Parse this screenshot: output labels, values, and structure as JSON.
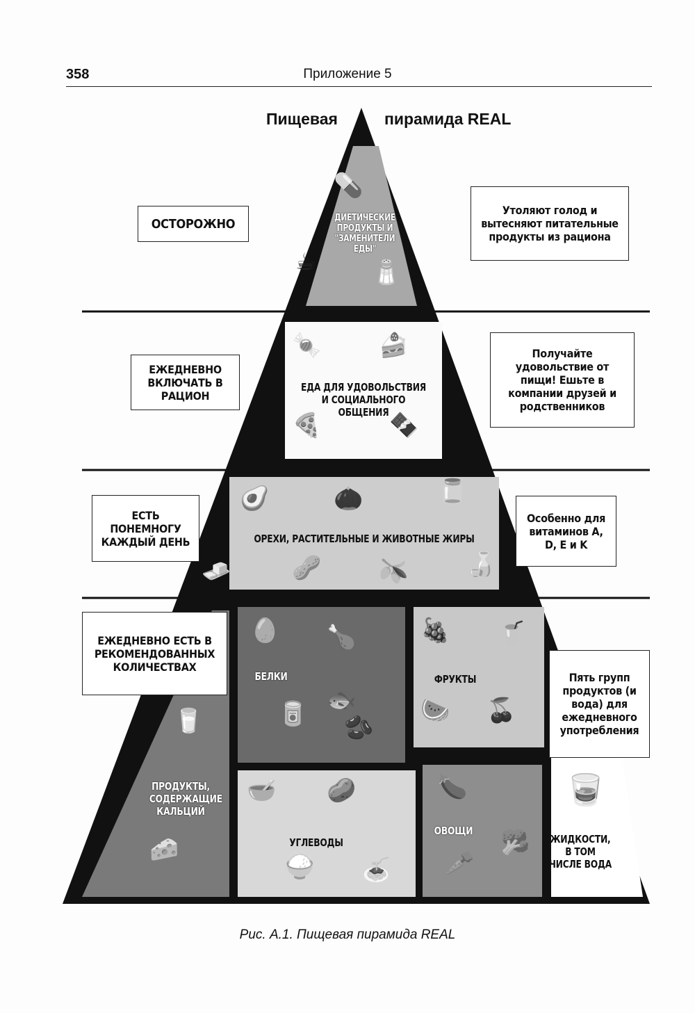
{
  "header": {
    "page_number": "358",
    "running_title": "Приложение 5"
  },
  "title": {
    "left": "Пищевая",
    "right": "пирамида REAL"
  },
  "tiers": {
    "top": {
      "label": "ДИЕТИЧЕСКИЕ ПРОДУКТЫ И \"ЗАМЕНИТЕЛИ ЕДЫ\"",
      "left_note": "ОСТОРОЖНО",
      "right_note": "Утоляют голод и вытесняют питательные продукты из рациона"
    },
    "second": {
      "label": "ЕДА ДЛЯ УДОВОЛЬСТВИЯ И СОЦИАЛЬНОГО ОБЩЕНИЯ",
      "left_note": "ЕЖЕДНЕВНО ВКЛЮЧАТЬ В РАЦИОН",
      "right_note": "Получайте удовольствие от пищи! Ешьте в компании друзей и родственников"
    },
    "third": {
      "label": "ОРЕХИ, РАСТИТЕЛЬНЫЕ И ЖИВОТНЫЕ ЖИРЫ",
      "left_note": "ЕСТЬ ПОНЕМНОГУ КАЖДЫЙ ДЕНЬ",
      "right_note": "Особенно для витаминов A, D, E и K"
    },
    "base": {
      "left_note": "ЕЖЕДНЕВНО ЕСТЬ В РЕКОМЕНДОВАННЫХ КОЛИЧЕСТВАХ",
      "right_note": "Пять групп продуктов (и вода) для ежедневного употребления",
      "groups": {
        "calcium": "ПРОДУКТЫ, СОДЕРЖАЩИЕ КАЛЬЦИЙ",
        "protein": "БЕЛКИ",
        "fruits": "ФРУКТЫ",
        "carbs": "УГЛЕВОДЫ",
        "vegetables": "ОВОЩИ",
        "water": "ЖИДКОСТИ, В ТОМ ЧИСЛЕ ВОДА"
      }
    }
  },
  "caption": "Рис. А.1. Пищевая пирамида REAL",
  "colors": {
    "ink": "#111111",
    "dark_panel": "#6e6e6e",
    "mid_panel": "#9a9a9a",
    "light_panel": "#cfcfcf",
    "paper": "#fdfdfd"
  }
}
